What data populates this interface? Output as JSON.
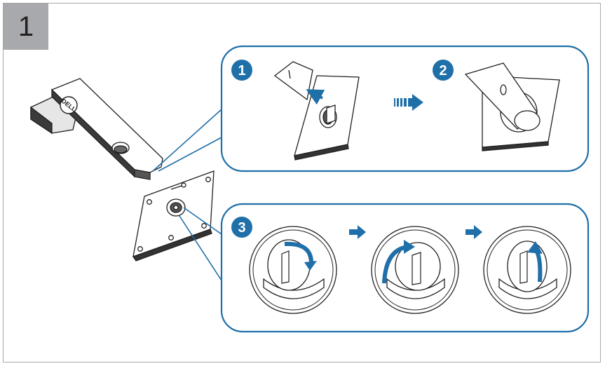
{
  "step_number": "1",
  "callouts": [
    {
      "badge": "1"
    },
    {
      "badge": "2"
    },
    {
      "badge": "3"
    }
  ],
  "brand_logo": "DELL",
  "icons": [
    "step-arrow-icon",
    "rotate-arrow-icon",
    "locking-knob-icon"
  ],
  "colors": {
    "accent": "#1f6fa8",
    "callout_border": "#1f6fa8",
    "step_box": "#a7a9ac",
    "line_art": "#231f20",
    "badge_fill": "#1f6fa8"
  }
}
